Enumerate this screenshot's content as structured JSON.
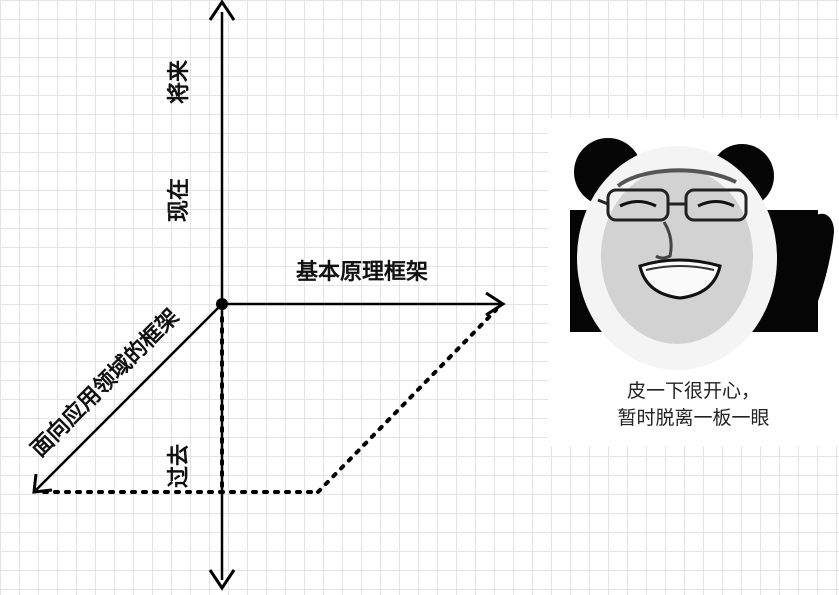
{
  "axes": {
    "future_label": "将来",
    "present_label": "现在",
    "past_label": "过去",
    "principles_label": "基本原理框架",
    "application_label": "面向应用领域的框架"
  },
  "meme": {
    "caption_line1": "皮一下很开心，",
    "caption_line2": "暂时脱离一板一眼"
  }
}
